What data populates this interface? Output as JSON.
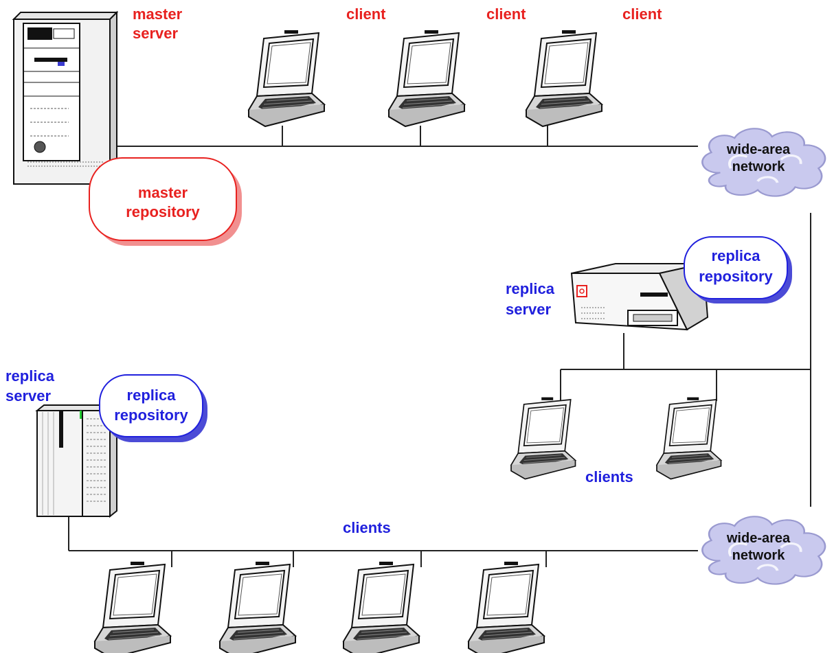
{
  "colors": {
    "master": "#e8211f",
    "replica": "#2020dd",
    "line": "#222222",
    "cloud": "#c9c9ee"
  },
  "icons": {
    "server": "server-tower-icon",
    "laptop": "laptop-icon",
    "desktop": "desktop-server-icon",
    "cloud": "cloud-icon",
    "repository": "repository-bubble"
  },
  "labels": {
    "master_server": [
      "master",
      "server"
    ],
    "master_repository": [
      "master",
      "repository"
    ],
    "client": "client",
    "wan": [
      "wide-area",
      "network"
    ],
    "replica_server": [
      "replica",
      "server"
    ],
    "replica_repository": [
      "replica",
      "repository"
    ],
    "clients": "clients"
  }
}
